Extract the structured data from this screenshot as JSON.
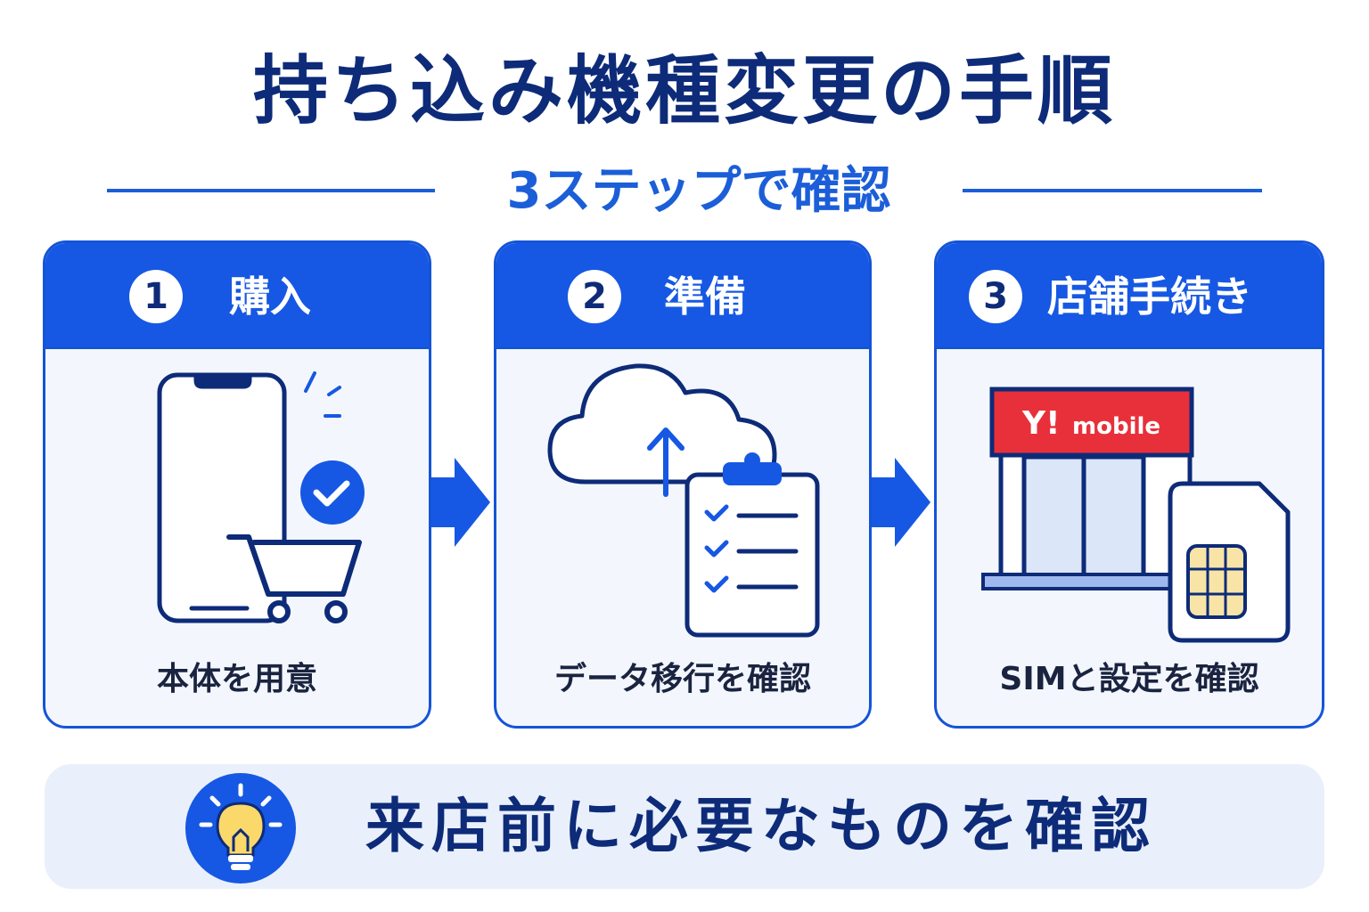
{
  "title": "持ち込み機種変更の手順",
  "subtitle": "3ステップで確認",
  "steps": [
    {
      "number": "1",
      "label": "購入",
      "caption": "本体を用意",
      "icon": "phone-cart-check-icon"
    },
    {
      "number": "2",
      "label": "準備",
      "caption": "データ移行を確認",
      "icon": "cloud-upload-checklist-icon"
    },
    {
      "number": "3",
      "label": "店舗手続き",
      "caption": "SIMと設定を確認",
      "icon": "store-sim-icon"
    }
  ],
  "store_sign": {
    "brand_mark": "Y!",
    "brand_word": "mobile"
  },
  "tip": {
    "text": "来店前に必要なものを確認",
    "icon": "lightbulb-icon"
  },
  "colors": {
    "primary": "#1658e3",
    "navy": "#0d2b78",
    "card_bg": "#f3f7fd",
    "tip_bg": "#e9f0fb",
    "store_red": "#e8303a",
    "sim_gold": "#f8e4a6"
  }
}
